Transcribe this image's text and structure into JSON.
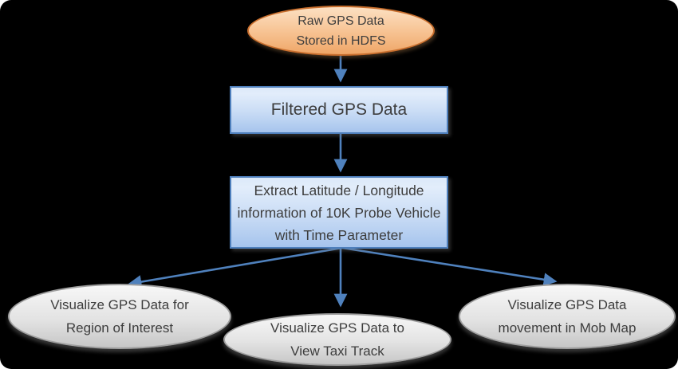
{
  "colors": {
    "background": "#000000",
    "arrow": "#4F81BD",
    "orange_fill_top": "#FCE0C2",
    "orange_fill_bottom": "#EFA667",
    "orange_border": "#C96F2E",
    "blue_fill_top": "#DCE9F9",
    "blue_fill_bottom": "#A6C4ED",
    "blue_border": "#4E7FBC",
    "gray_fill_top": "#F7F7F7",
    "gray_fill_bottom": "#C6C6C6",
    "gray_border": "#9E9E9E",
    "text": "#3D3D3D"
  },
  "nodes": {
    "raw_gps": {
      "shape": "ellipse",
      "line1": "Raw GPS Data",
      "line2": "Stored in HDFS"
    },
    "filtered": {
      "shape": "rect",
      "line1": "Filtered GPS Data"
    },
    "extract": {
      "shape": "rect",
      "line1": "Extract Latitude / Longitude",
      "line2": "information of 10K Probe Vehicle",
      "line3": "with Time Parameter"
    },
    "viz_region": {
      "shape": "ellipse",
      "line1": "Visualize GPS Data for",
      "line2": "Region of Interest"
    },
    "viz_taxi": {
      "shape": "ellipse",
      "line1": "Visualize GPS Data to",
      "line2": "View Taxi Track"
    },
    "viz_mob": {
      "shape": "ellipse",
      "line1": "Visualize GPS Data",
      "line2": "movement in Mob Map"
    }
  }
}
